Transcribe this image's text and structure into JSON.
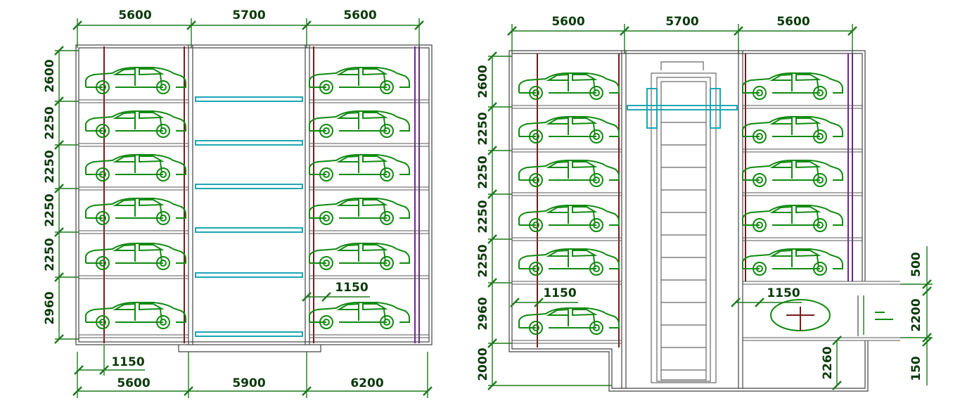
{
  "left_view": {
    "top_dims": [
      "5600",
      "5700",
      "5600"
    ],
    "bottom_dims": [
      "5600",
      "5900",
      "6200"
    ],
    "side_dims": [
      "2600",
      "2250",
      "2250",
      "2250",
      "2250",
      "2960"
    ],
    "offset_dim_bottom": "1150",
    "offset_dim_right": "1150"
  },
  "right_view": {
    "top_dims": [
      "5600",
      "5700",
      "5600"
    ],
    "side_dims": [
      "2600",
      "2250",
      "2250",
      "2250",
      "2250",
      "2960",
      "2000"
    ],
    "offset_dim_left": "1150",
    "offset_dim_right": "1150",
    "entry_dims": [
      "500",
      "2200",
      "150"
    ],
    "pit_dim": "2260"
  },
  "colors": {
    "dimension": "#1c7a1c",
    "car": "#118a11",
    "lift": "#1aa7b5",
    "post": "#7a1a1a"
  }
}
